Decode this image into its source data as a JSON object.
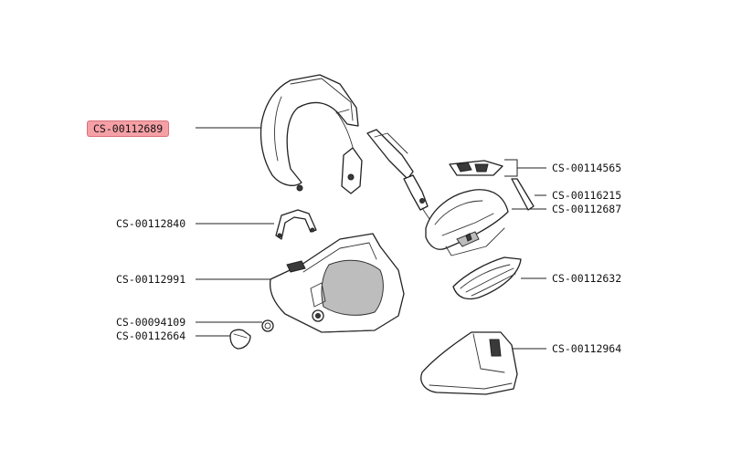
{
  "parts": [
    {
      "id": "p1",
      "code": "CS-00112689",
      "highlighted": true
    },
    {
      "id": "p2",
      "code": "CS-00114565",
      "highlighted": false
    },
    {
      "id": "p3",
      "code": "CS-00116215",
      "highlighted": false
    },
    {
      "id": "p4",
      "code": "CS-00112687",
      "highlighted": false
    },
    {
      "id": "p5",
      "code": "CS-00112840",
      "highlighted": false
    },
    {
      "id": "p6",
      "code": "CS-00112991",
      "highlighted": false
    },
    {
      "id": "p7",
      "code": "CS-00112632",
      "highlighted": false
    },
    {
      "id": "p8",
      "code": "CS-00094109",
      "highlighted": false
    },
    {
      "id": "p9",
      "code": "CS-00112664",
      "highlighted": false
    },
    {
      "id": "p10",
      "code": "CS-00112964",
      "highlighted": false
    }
  ],
  "colors": {
    "highlight_fill": "#f5a0a6",
    "highlight_border": "#d9707a",
    "line": "#222222"
  }
}
